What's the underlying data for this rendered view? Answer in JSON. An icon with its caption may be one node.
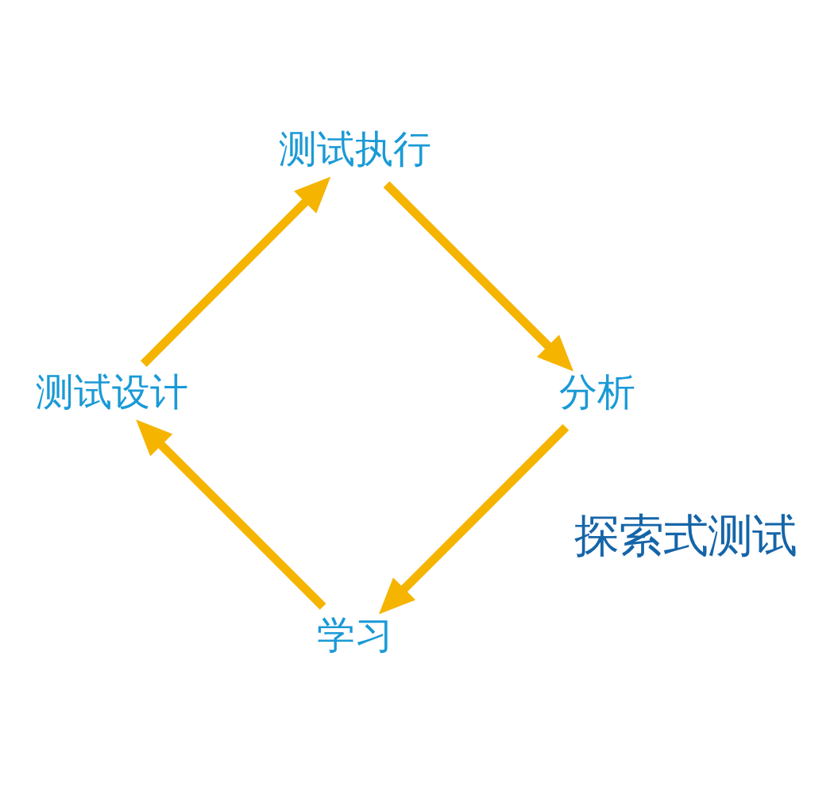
{
  "diagram": {
    "nodes": [
      {
        "text": [
          "学习"
        ]
      },
      {
        "text": [
          "测试设计"
        ]
      },
      {
        "text": [
          "测试执行"
        ]
      },
      {
        "text": [
          "分析"
        ]
      }
    ],
    "edges": [
      {
        "from": 0,
        "to": 1,
        "arrow": "to"
      },
      {
        "from": 1,
        "to": 2,
        "arrow": "to"
      },
      {
        "from": 2,
        "to": 3,
        "arrow": "to"
      },
      {
        "from": 3,
        "to": 0,
        "arrow": "to"
      }
    ],
    "labels": [
      "探索式测试"
    ]
  }
}
